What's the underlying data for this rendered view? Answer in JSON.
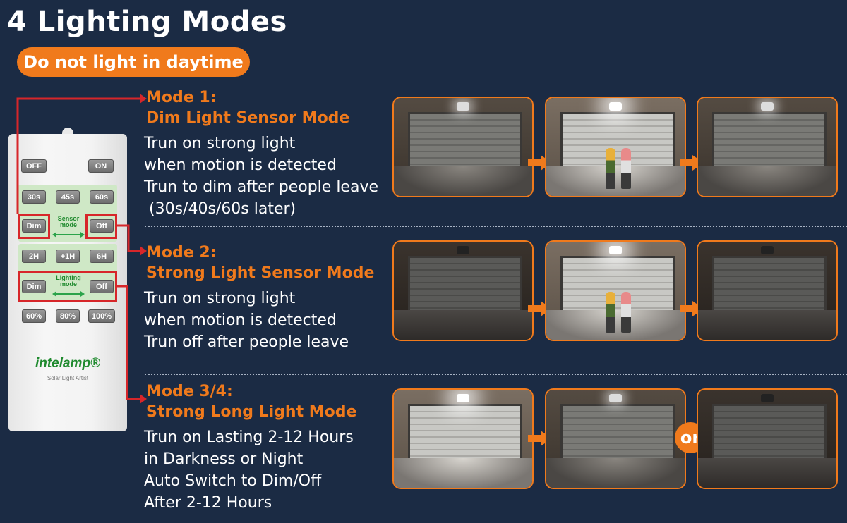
{
  "title": "4 Lighting Modes",
  "badge": "Do not light in daytime",
  "remote": {
    "off": "OFF",
    "on": "ON",
    "timer": [
      "30s",
      "45s",
      "60s"
    ],
    "sensor_dim": "Dim",
    "sensor_label": "Sensor\nmode",
    "sensor_off": "Off",
    "hours": [
      "2H",
      "+1H",
      "6H"
    ],
    "lighting_dim": "Dim",
    "lighting_label": "Lighting\nmode",
    "lighting_off": "Off",
    "brightness": [
      "60%",
      "80%",
      "100%"
    ],
    "brand": "intelamp®",
    "brand_sub": "Solar Light Artist"
  },
  "modes": [
    {
      "title": "Mode 1:",
      "subtitle": "Dim Light Sensor Mode",
      "lines": [
        "Trun on strong light",
        "when motion is detected",
        "Trun to dim after people leave",
        " (30s/40s/60s later)"
      ]
    },
    {
      "title": "Mode 2:",
      "subtitle": "Strong Light Sensor Mode",
      "lines": [
        "Trun on strong light",
        "when motion is detected",
        "Trun off after people leave"
      ]
    },
    {
      "title": "Mode 3/4:",
      "subtitle": "Strong Long Light Mode",
      "lines": [
        "Trun on Lasting 2-12 Hours",
        "in Darkness or Night",
        "Auto Switch to Dim/Off",
        "After 2-12 Hours"
      ]
    }
  ],
  "or_label": "or",
  "colors": {
    "accent": "#f07a1c",
    "background": "#1b2b44",
    "highlight": "#d7262a",
    "remote_green": "#1f8a2e"
  }
}
